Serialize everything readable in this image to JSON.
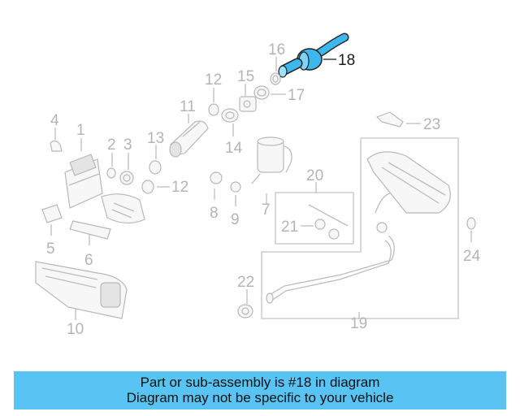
{
  "callouts": {
    "c1": "1",
    "c2": "2",
    "c3": "3",
    "c4": "4",
    "c5": "5",
    "c6": "6",
    "c7": "7",
    "c8": "8",
    "c9": "9",
    "c10": "10",
    "c11": "11",
    "c12a": "12",
    "c12b": "12",
    "c13": "13",
    "c14": "14",
    "c15": "15",
    "c16": "16",
    "c17": "17",
    "c18": "18",
    "c19": "19",
    "c20": "20",
    "c21": "21",
    "c22": "22",
    "c23": "23",
    "c24": "24"
  },
  "highlight": {
    "part": "18",
    "color": "#3db8ee"
  },
  "banner": {
    "line1": "Part or sub-assembly is #18 in diagram",
    "line2": "Diagram may not be specific to your vehicle",
    "background": "#59c3f4"
  }
}
